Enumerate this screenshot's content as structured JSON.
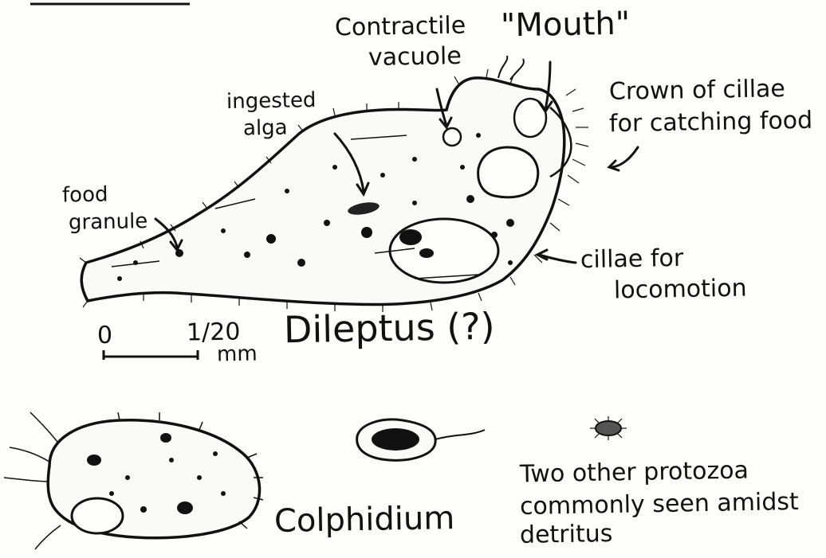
{
  "diagram": {
    "main_organism": "Dileptus (?)",
    "labels": {
      "contractile_vacuole_line1": "Contractile",
      "contractile_vacuole_line2": "vacuole",
      "mouth": "\"Mouth\"",
      "crown_line1": "Crown of cillae",
      "crown_line2": "for catching food",
      "ingested_alga_line1": "ingested",
      "ingested_alga_line2": "alga",
      "food_granule_line1": "food",
      "food_granule_line2": "granule",
      "cillae_locomotion_line1": "cillae for",
      "cillae_locomotion_line2": "locomotion"
    },
    "scale": {
      "zero": "0",
      "value": "1/20",
      "unit": "mm"
    },
    "second_organism": "Colphidium",
    "others_caption_line1": "Two other protozoa",
    "others_caption_line2": "commonly seen amidst",
    "others_caption_line3": "detritus"
  }
}
